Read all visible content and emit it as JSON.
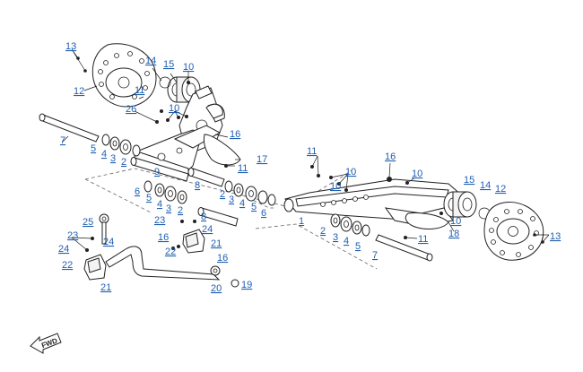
{
  "callouts": {
    "c1": "1",
    "c2a": "2",
    "c2b": "2",
    "c2c": "2",
    "c2d": "2",
    "c3a": "3",
    "c3b": "3",
    "c3c": "3",
    "c3d": "3",
    "c4a": "4",
    "c4b": "4",
    "c4c": "4",
    "c4d": "4",
    "c5a": "5",
    "c5b": "5",
    "c5c": "5",
    "c5d": "5",
    "c6a": "6",
    "c6b": "6",
    "c7a": "7",
    "c7b": "7",
    "c8a": "8",
    "c8b": "8",
    "c9": "9",
    "c10a": "10",
    "c10b": "10",
    "c10c": "10",
    "c10d": "10",
    "c10e": "10",
    "c11a": "11",
    "c11b": "11",
    "c11c": "11",
    "c11d": "11",
    "c12a": "12",
    "c12b": "12",
    "c13a": "13",
    "c13b": "13",
    "c14a": "14",
    "c14b": "14",
    "c15a": "15",
    "c15b": "15",
    "c16a": "16",
    "c16b": "16",
    "c16c": "16",
    "c16d": "16",
    "c17": "17",
    "c18": "18",
    "c19": "19",
    "c20": "20",
    "c21a": "21",
    "c21b": "21",
    "c22a": "22",
    "c22b": "22",
    "c23a": "23",
    "c23b": "23",
    "c24a": "24",
    "c24b": "24",
    "c24c": "24",
    "c25": "25",
    "c26": "26"
  },
  "fwd_badge": "FWD"
}
